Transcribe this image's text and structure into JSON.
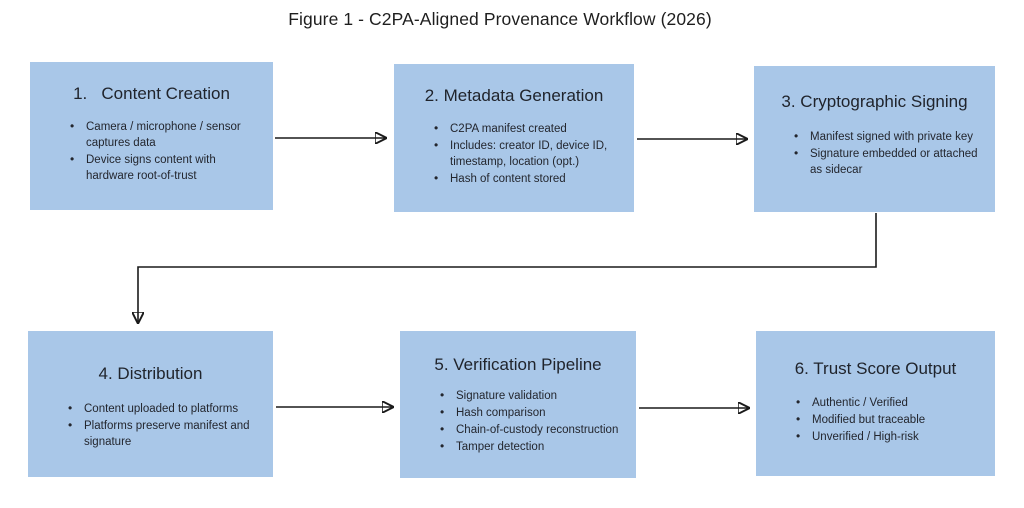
{
  "title": "Figure 1 - C2PA-Aligned Provenance Workflow (2026)",
  "colors": {
    "box_fill": "#a9c7e8",
    "arrow": "#1a1a1a",
    "text": "#20242c",
    "background": "#ffffff"
  },
  "boxes": [
    {
      "id": "content-creation",
      "heading": "1.   Content Creation",
      "bullets": [
        "Camera / microphone / sensor captures data",
        "Device signs content with hardware root-of-trust"
      ]
    },
    {
      "id": "metadata-generation",
      "heading": "2. Metadata Generation",
      "bullets": [
        "C2PA manifest created",
        "Includes: creator ID, device ID, timestamp, location (opt.)",
        "Hash of content stored"
      ]
    },
    {
      "id": "cryptographic-signing",
      "heading": "3. Cryptographic Signing",
      "bullets": [
        "Manifest signed with private key",
        "Signature embedded or attached as sidecar"
      ]
    },
    {
      "id": "distribution",
      "heading": "4. Distribution",
      "bullets": [
        "Content uploaded to platforms",
        "Platforms preserve manifest and signature"
      ]
    },
    {
      "id": "verification-pipeline",
      "heading": "5. Verification Pipeline",
      "bullets": [
        "Signature validation",
        "Hash comparison",
        "Chain-of-custody reconstruction",
        "Tamper detection"
      ]
    },
    {
      "id": "trust-score-output",
      "heading": "6. Trust Score Output",
      "bullets": [
        "Authentic / Verified",
        "Modified but traceable",
        "Unverified / High-risk"
      ]
    }
  ],
  "edges": [
    {
      "from": "content-creation",
      "to": "metadata-generation"
    },
    {
      "from": "metadata-generation",
      "to": "cryptographic-signing"
    },
    {
      "from": "cryptographic-signing",
      "to": "distribution"
    },
    {
      "from": "distribution",
      "to": "verification-pipeline"
    },
    {
      "from": "verification-pipeline",
      "to": "trust-score-output"
    }
  ]
}
